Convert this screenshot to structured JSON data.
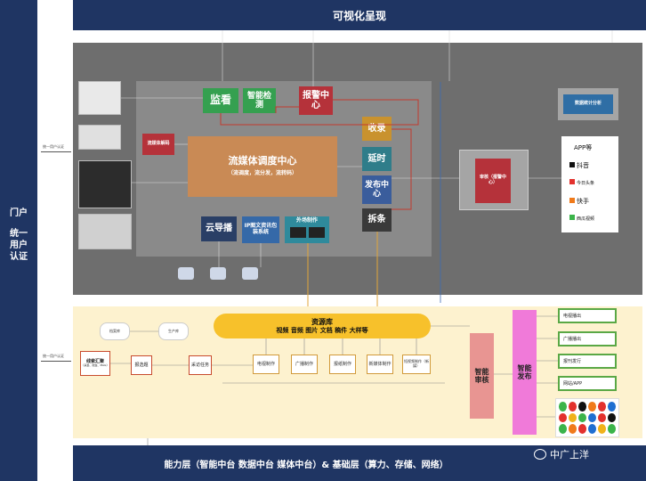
{
  "top_bar": {
    "title": "可视化呈现"
  },
  "left_bar": {
    "line1": "门户",
    "line2": "统一",
    "line3": "用户",
    "line4": "认证"
  },
  "bottom_bar": {
    "title": "能力层（智能中台 数据中台 媒体中台）& 基础层（算力、存储、网络）"
  },
  "side_labels": {
    "upper": "统一用户认证",
    "lower": "统一用户认证"
  },
  "upper_panel": {
    "monitor": "监看",
    "smart_detect": "智能检测",
    "alarm_center": "报警中心",
    "stream_decode": "流媒体解码",
    "core_title": "流媒体调度中心",
    "core_sub": "（流调度，流分发，流转码）",
    "cloud_director": "云导播",
    "ip_pack": "IP图文资讯包装系统",
    "ob_production": "外场制作",
    "record": "收录",
    "delay": "延时",
    "publish_center": "发布中心",
    "split": "拆条",
    "review": "审核（报警中心）",
    "stats": "数据统计分析",
    "apps": [
      "APP等",
      "抖音",
      "今日头条",
      "快手",
      "西瓜视频"
    ]
  },
  "lower_panel": {
    "resource_title": "资源库",
    "resource_items": "视频  音频  图片  文档  稿件  大样等",
    "lib_a": "档案库",
    "lib_b": "生产库",
    "collect": "线索汇聚",
    "collect_sub": "（采集、爬虫、MAG）",
    "select": "报选题",
    "collect_task": "采访任务",
    "ops": [
      "电视制作",
      "广播制作",
      "报纸制作",
      "新媒体制作",
      "短视频制作（新媒）"
    ],
    "smart_review": "智能审核",
    "smart_publish": "智能发布",
    "outputs": [
      "电视播出",
      "广播播出",
      "报刊发行",
      "网站/APP"
    ]
  },
  "watermark": "中广上洋"
}
